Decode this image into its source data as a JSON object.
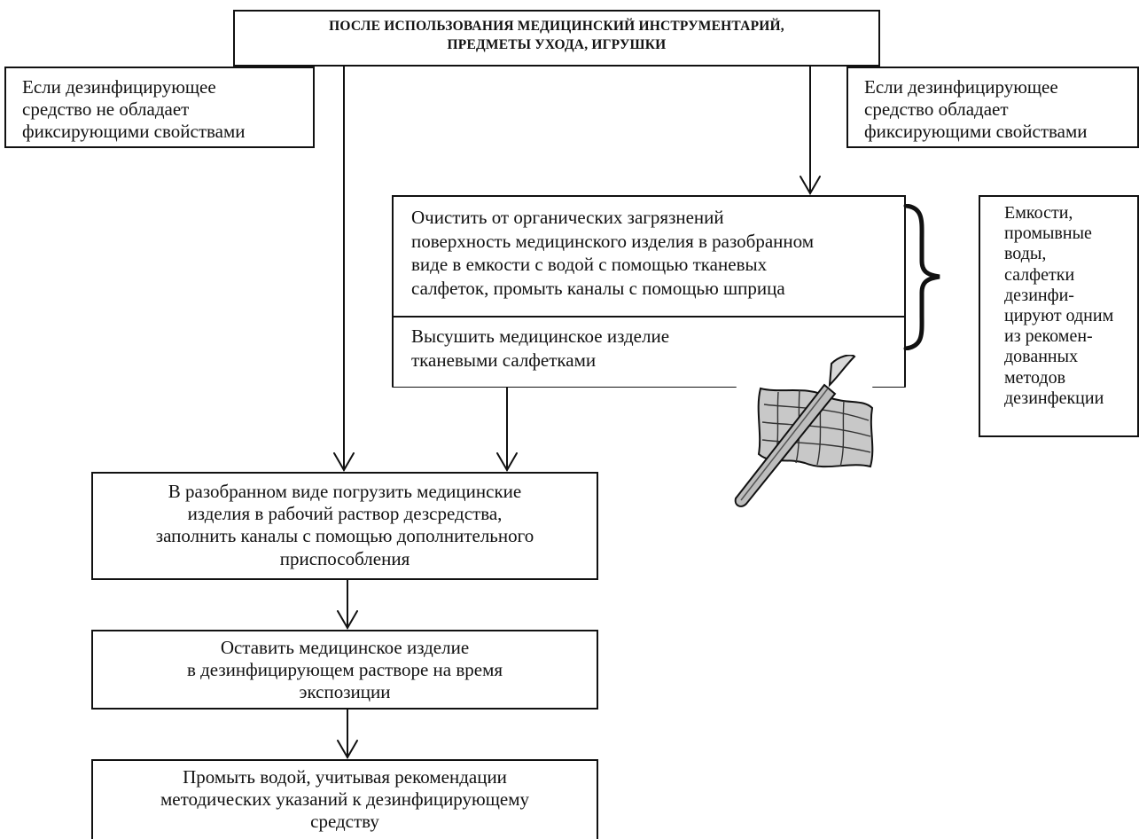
{
  "title": "ПОСЛЕ ИСПОЛЬЗОВАНИЯ МЕДИЦИНСКИЙ ИНСТРУМЕНТАРИЙ,\nПРЕДМЕТЫ УХОДА, ИГРУШКИ",
  "conditions": {
    "left": "Если дезинфицирующее\nсредство не обладает\nфиксирующими свойствами",
    "right": "Если дезинфицирующее\nсредство обладает\nфиксирующими свойствами"
  },
  "steps": {
    "clean": "Очистить от органических загрязнений\nповерхность медицинского изделия в разобранном\nвиде в емкости с водой с помощью тканевых\nсалфеток, промыть каналы  с помощью шприца",
    "dry": "Высушить медицинское изделие\nтканевыми салфетками",
    "immerse": "В разобранном виде погрузить медицинские\nизделия в рабочий раствор дезсредства,\nзаполнить каналы с помощью дополнительного\nприспособления",
    "expose": "Оставить медицинское изделие\nв дезинфицирующем растворе на время\nэкспозиции",
    "rinse": "Промыть водой, учитывая рекомендации\nметодических указаний к дезинфицирующему\nсредству"
  },
  "side_note": "Емкости,\nпромывные\nводы,\nсалфетки\nдезинфи-\nцируют одним\nиз рекомен-\nдованных\nметодов\nдезинфекции",
  "illustration": {
    "icon": "scalpel-and-wipe-icon"
  },
  "colors": {
    "line": "#111111",
    "background": "#ffffff",
    "illustration_fill": "#c8c8c8"
  }
}
